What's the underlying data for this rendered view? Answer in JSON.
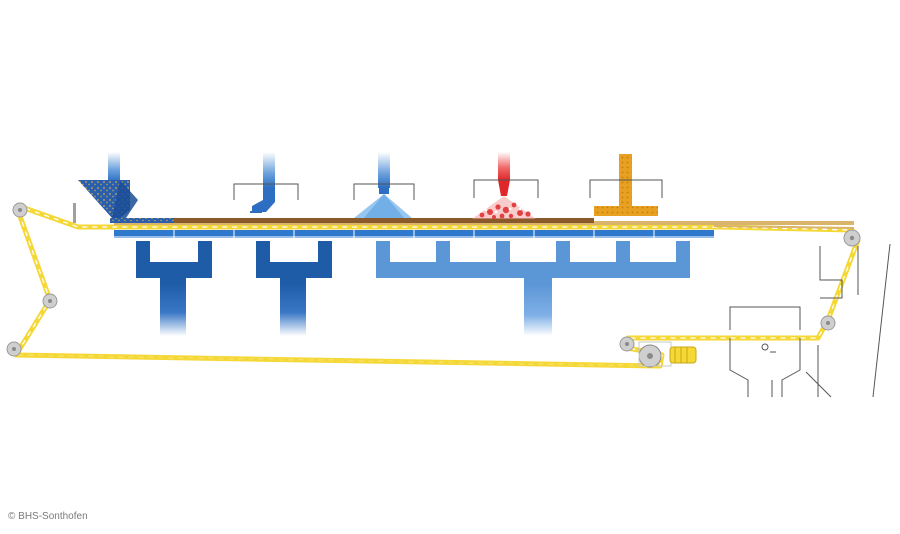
{
  "figure": {
    "credit": "© BHS-Sonthofen"
  },
  "colors": {
    "background": "#ffffff",
    "belt": "#f5d735",
    "belt_dash": "#ffffff",
    "cake": "#8b5a2b",
    "tray": "#1e6fc4",
    "vacuum_dark": "#1f5ca8",
    "vacuum_light": "#5b96d6",
    "feed_blue": "#2d6ec2",
    "wash_light": "#5aa0e0",
    "steam_red": "#e0282b",
    "dry_orange": "#e8a020",
    "roller": "#c8c8c8",
    "outline": "#555555"
  },
  "stations": [
    {
      "id": "feed",
      "icon": "slurry-feed-hopper-icon"
    },
    {
      "id": "wash-1",
      "icon": "wash-nozzle-icon"
    },
    {
      "id": "wash-2",
      "icon": "spray-wash-icon"
    },
    {
      "id": "steam",
      "icon": "steam-hood-icon"
    },
    {
      "id": "dry",
      "icon": "drying-hood-icon"
    }
  ],
  "vacuum_zones": [
    {
      "id": "zone-1",
      "shade": "dark"
    },
    {
      "id": "zone-2",
      "shade": "dark"
    },
    {
      "id": "zone-3",
      "shade": "light"
    }
  ]
}
